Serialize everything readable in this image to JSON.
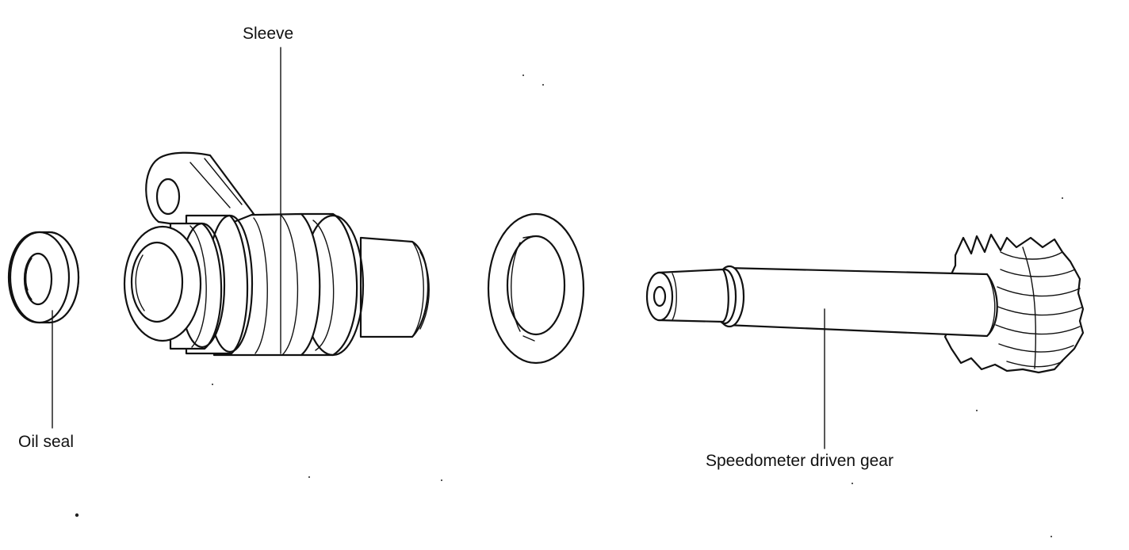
{
  "labels": {
    "sleeve": "Sleeve",
    "oil_seal": "Oil seal",
    "driven_gear": "Speedometer driven gear"
  }
}
